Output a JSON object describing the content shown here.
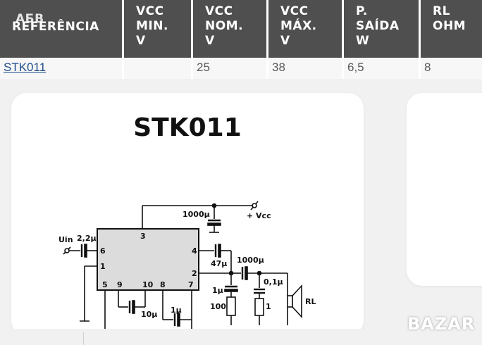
{
  "table": {
    "overlap_text": "АБВ",
    "headers": [
      "REFERÊNCIA",
      "VCC\nMIN.\nV",
      "VCC\nNOM.\nV",
      "VCC\nMÁX.\nV",
      "P.\nSAÍDA\nW",
      "RL\nOHM"
    ],
    "row": {
      "referencia": "STK011",
      "vcc_min": "",
      "vcc_nom": "25",
      "vcc_max": "38",
      "p_saida": "6,5",
      "rl": "8"
    }
  },
  "schematic": {
    "title": "STK011",
    "labels": {
      "c_supply": "1000μ",
      "vcc": "+ Vcc",
      "uin": "Uin",
      "c_in": "2,2μ",
      "c_pin4": "47μ",
      "c_out": "1000μ",
      "c_01": "0,1μ",
      "c_1u": "1μ",
      "r_100": "100",
      "r_1": "1",
      "c_10u": "10μ",
      "c_1u_b": "1μ",
      "rl": "RL"
    },
    "pins": [
      "3",
      "6",
      "1",
      "5",
      "9",
      "10",
      "8",
      "7",
      "4",
      "2"
    ]
  },
  "watermark": "BAZAR"
}
